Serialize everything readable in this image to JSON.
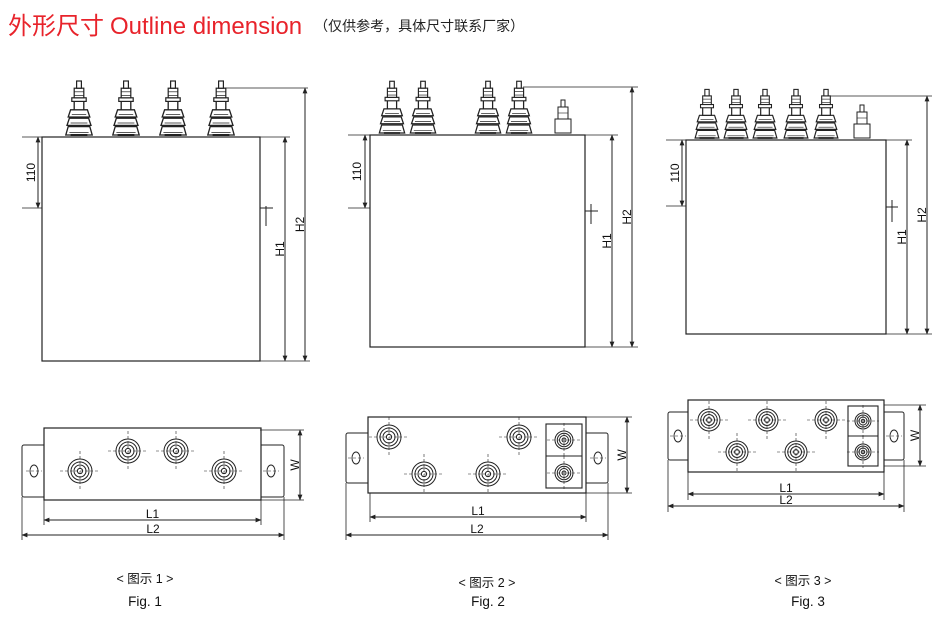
{
  "header": {
    "title_cn": "外形尺寸",
    "title_en": "Outline dimension",
    "note": "（仅供参考，具体尺寸联系厂家）"
  },
  "dimension_labels": {
    "h110": "110",
    "h1": "H1",
    "h2": "H2",
    "w": "W",
    "l1": "L1",
    "l2": "L2"
  },
  "figures": [
    {
      "caption": "< 图示  1 >",
      "label": "Fig. 1",
      "bushings": 4
    },
    {
      "caption": "< 图示  2 >",
      "label": "Fig. 2",
      "bushings": 4,
      "extra_terminal": true
    },
    {
      "caption": "< 图示 3 >",
      "label": "Fig. 3",
      "bushings": 5,
      "extra_terminal": true
    }
  ],
  "colors": {
    "title": "#e8232b",
    "line": "#222222"
  }
}
